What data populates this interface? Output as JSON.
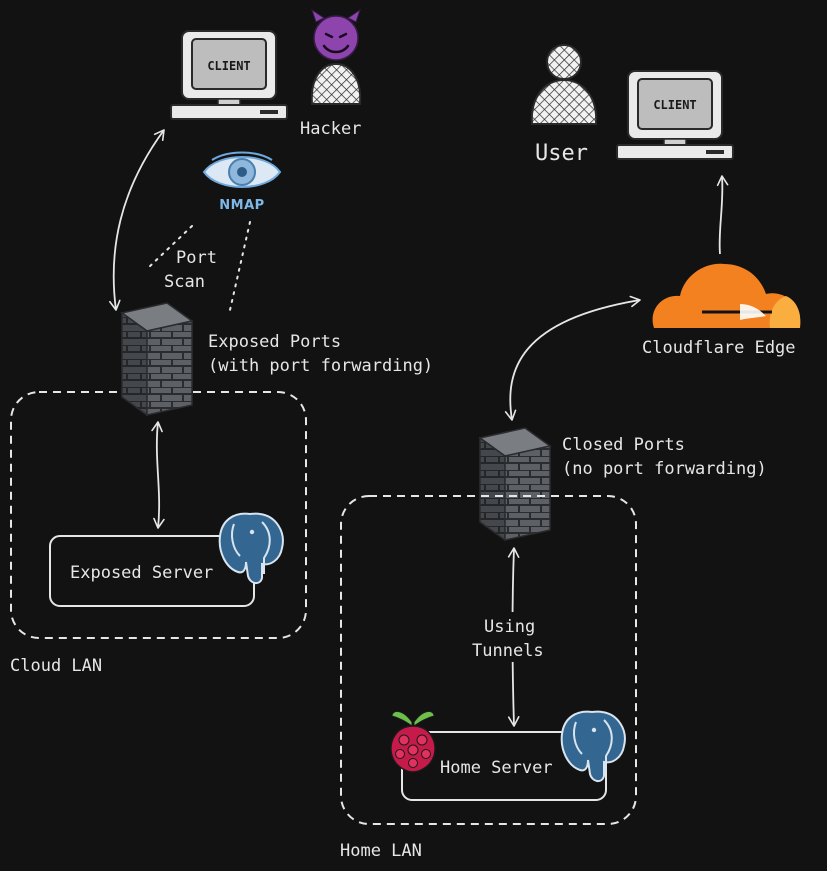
{
  "colors": {
    "background": "#121212",
    "stroke": "#e6e6e6",
    "cloudflare_orange": "#f48120",
    "cloudflare_light": "#faae40",
    "postgres_blue": "#336791",
    "raspberry_red": "#c51a4a",
    "leaf_green": "#6cc04a"
  },
  "left": {
    "client_label": "CLIENT",
    "hacker_label": "Hacker",
    "hacker_emoji": "😈",
    "nmap_label": "NMAP",
    "port_scan_line1": "Port",
    "port_scan_line2": "Scan",
    "firewall_line1": "Exposed Ports",
    "firewall_line2": "(with port forwarding)",
    "server_label": "Exposed Server",
    "lan_label": "Cloud LAN"
  },
  "right": {
    "user_label": "User",
    "client_label": "CLIENT",
    "cloudflare_label": "Cloudflare Edge",
    "firewall_line1": "Closed Ports",
    "firewall_line2": "(no port forwarding)",
    "tunnels_line1": "Using",
    "tunnels_line2": "Tunnels",
    "server_label": "Home Server",
    "lan_label": "Home LAN"
  },
  "icons": {
    "monitor": "monitor-icon",
    "person": "person-icon",
    "firewall": "firewall-icon",
    "postgres": "postgresql-elephant-icon",
    "raspberry": "raspberry-pi-icon",
    "cloudflare": "cloudflare-cloud-icon",
    "eye": "nmap-eye-icon"
  }
}
